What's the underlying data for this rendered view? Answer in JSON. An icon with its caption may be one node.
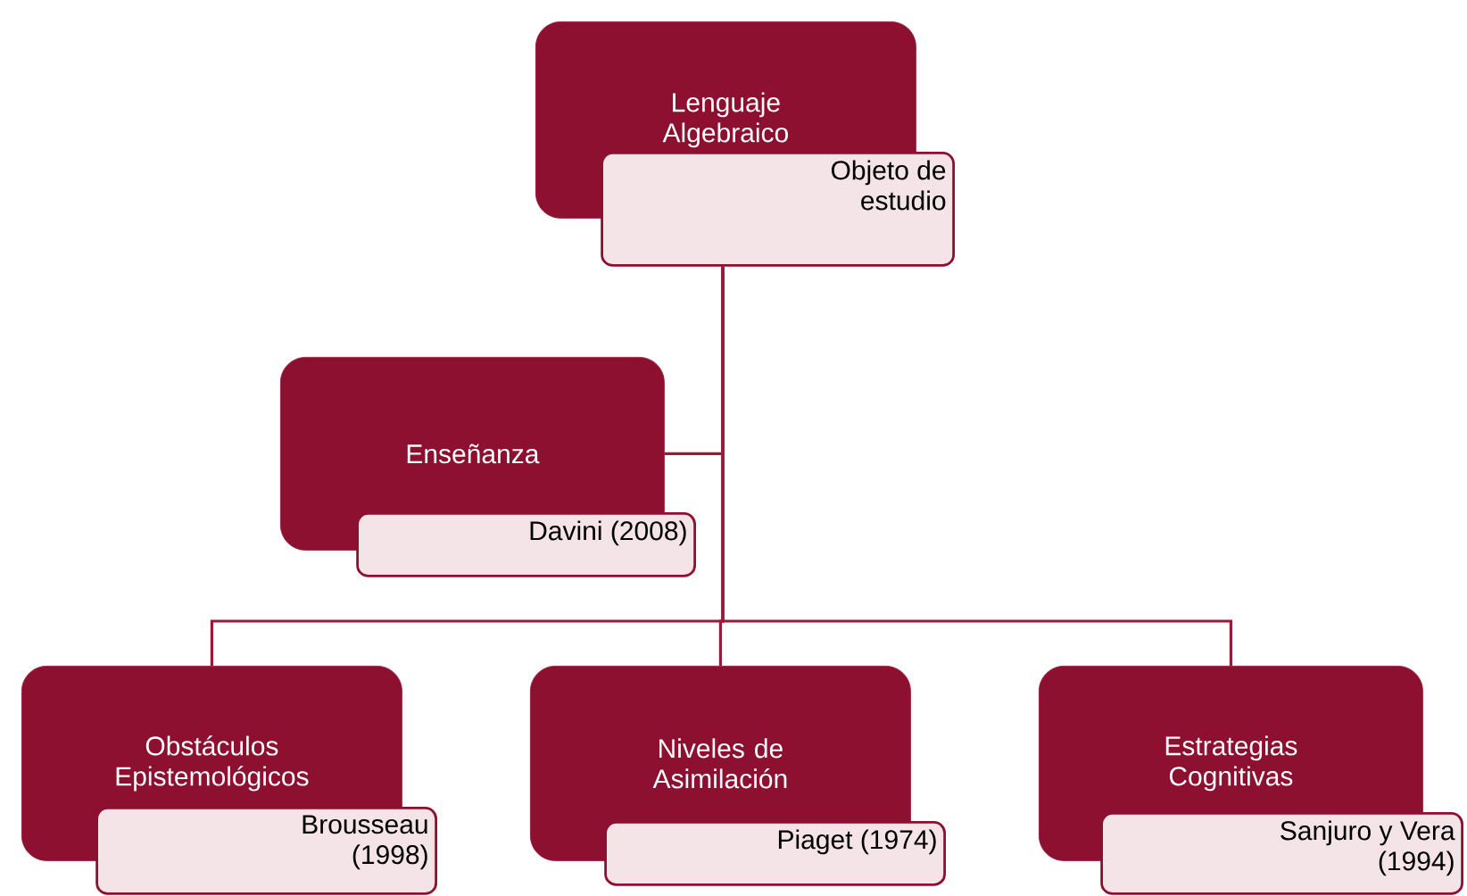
{
  "diagram": {
    "nodes": [
      {
        "text": [
          "Lenguaje Algebraico"
        ]
      },
      {
        "text": [
          "Objeto de estudio"
        ]
      },
      {
        "text": [
          "Enseñanza"
        ]
      },
      {
        "text": [
          "Davini (2008)"
        ]
      },
      {
        "text": [
          "Obstáculos Epistemológicos"
        ]
      },
      {
        "text": [
          "Brousseau (1998)"
        ]
      },
      {
        "text": [
          "Niveles de Asimilación"
        ]
      },
      {
        "text": [
          "Piaget (1974)"
        ]
      },
      {
        "text": [
          "Estrategias Cognitivas"
        ]
      },
      {
        "text": [
          "Sanjuro y Vera (1994)"
        ]
      }
    ],
    "edges": [
      {
        "from": 1,
        "to": 2,
        "arrow": "none"
      },
      {
        "from": 1,
        "to": 4,
        "arrow": "none"
      },
      {
        "from": 1,
        "to": 6,
        "arrow": "none"
      },
      {
        "from": 1,
        "to": 8,
        "arrow": "none"
      }
    ]
  }
}
